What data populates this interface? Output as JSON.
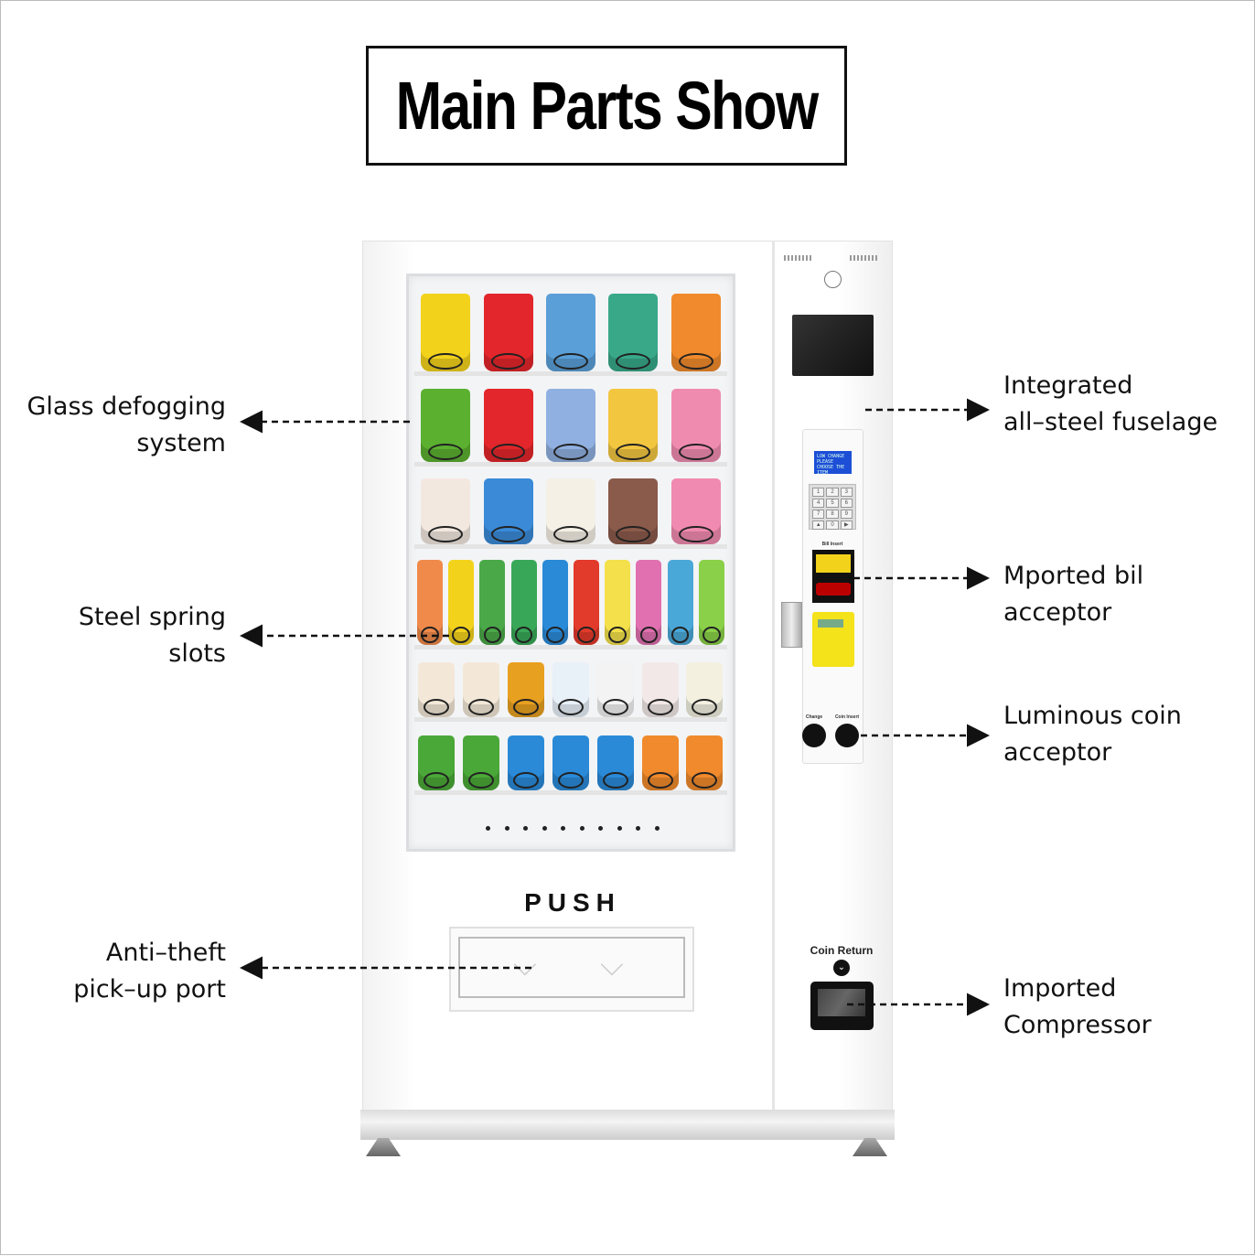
{
  "title": "Main Parts Show",
  "labels": {
    "glass": [
      "Glass defogging",
      "system"
    ],
    "spring": [
      "Steel spring",
      "slots"
    ],
    "port": [
      "Anti–theft",
      "pick–up port"
    ],
    "fuselage": [
      "Integrated",
      "all–steel fuselage"
    ],
    "bill": [
      "Mported bil",
      "acceptor"
    ],
    "coin": [
      "Luminous coin",
      "acceptor"
    ],
    "compressor": [
      "Imported",
      "Compressor"
    ]
  },
  "machine": {
    "push": "PUSH",
    "lcd": "LOW CHANGE PLEASE CHOOSE THE ITEM",
    "keys": [
      "1",
      "2",
      "3",
      "4",
      "5",
      "6",
      "7",
      "8",
      "9",
      "▲",
      "0",
      "▶"
    ],
    "bill_insert": "Bill Insert",
    "change": "Change",
    "coin_insert": "Coin Insert",
    "coin_return": "Coin Return",
    "shelves": [
      [
        "#f3d21c",
        "#e2262b",
        "#5a9fd8",
        "#38a889",
        "#f08a2c"
      ],
      [
        "#5bb030",
        "#e2262b",
        "#8fb0e0",
        "#f3c640",
        "#f08bb0"
      ],
      [
        "#f3e8e0",
        "#3a8ad8",
        "#f5f0e6",
        "#8a5a4a",
        "#f08ab0"
      ],
      [
        "#f08a4a",
        "#f3d21c",
        "#4aa848",
        "#38a858",
        "#2a8ad8",
        "#e23a2b",
        "#f3e04a",
        "#e070b0",
        "#4aa8d8",
        "#8ad048"
      ],
      [
        "#f3e8d8",
        "#f3e8d8",
        "#e8a020",
        "#e8f0f8",
        "#f3f3f3",
        "#f3e8e8",
        "#f3f0e0"
      ],
      [
        "#4aa838",
        "#4aa838",
        "#2a8ad8",
        "#2a8ad8",
        "#2a8ad8",
        "#f08a2c",
        "#f08a2c"
      ]
    ]
  }
}
